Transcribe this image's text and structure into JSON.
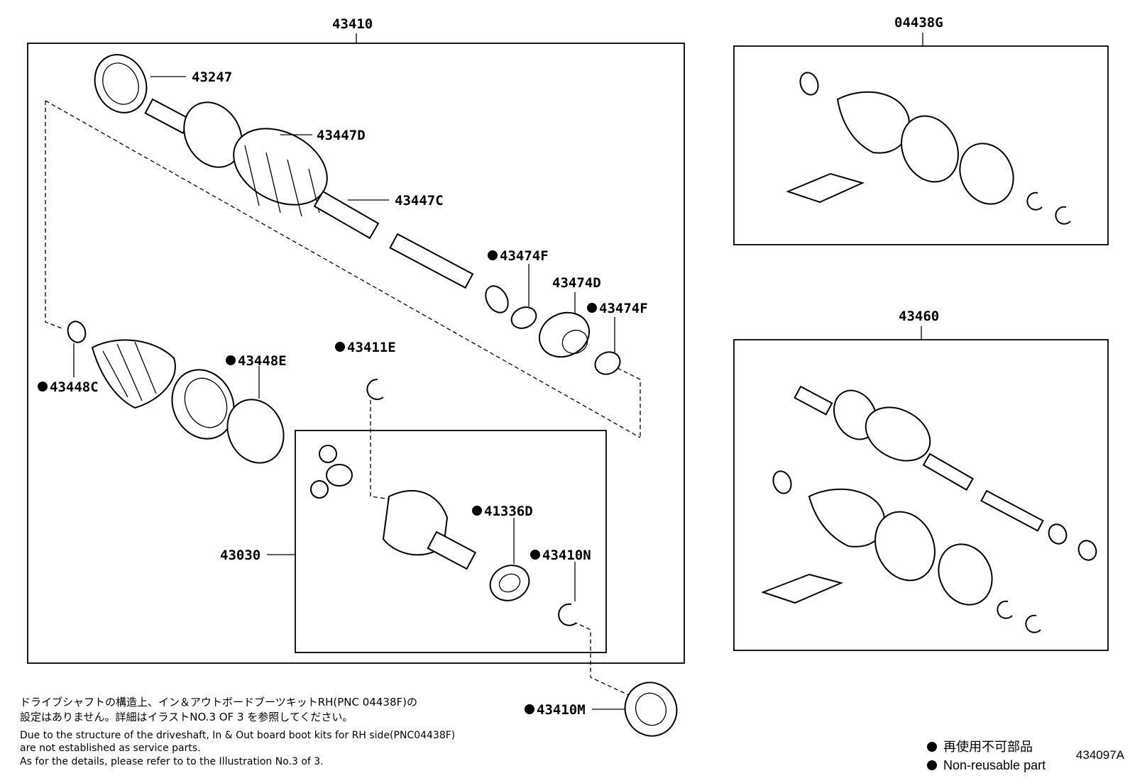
{
  "diagram": {
    "groups": [
      {
        "id": "43410"
      },
      {
        "id": "04438G"
      },
      {
        "id": "43460"
      },
      {
        "id": "43030"
      }
    ],
    "callouts": [
      {
        "label": "43247",
        "non_reusable": false
      },
      {
        "label": "43447D",
        "non_reusable": false
      },
      {
        "label": "43447C",
        "non_reusable": false
      },
      {
        "label": "43474F",
        "non_reusable": true
      },
      {
        "label": "43474D",
        "non_reusable": false
      },
      {
        "label": "43474F",
        "non_reusable": true
      },
      {
        "label": "43411E",
        "non_reusable": true
      },
      {
        "label": "43448E",
        "non_reusable": true
      },
      {
        "label": "43448C",
        "non_reusable": true
      },
      {
        "label": "41336D",
        "non_reusable": true
      },
      {
        "label": "43410N",
        "non_reusable": true
      },
      {
        "label": "43410M",
        "non_reusable": true
      }
    ]
  },
  "notes": {
    "jp_line1": "ドライブシャフトの構造上、イン＆アウトボードブーツキットRH(PNC 04438F)の",
    "jp_line2": "設定はありません。詳細はイラストNO.3 OF 3 を参照してください。",
    "en_line1": "Due to the structure of the driveshaft, In & Out board  boot kits for RH side(PNC04438F)",
    "en_line2": "are not established as service parts.",
    "en_line3": "As for the details, please refer to to the Illustration No.3 of 3."
  },
  "legend": {
    "jp": "再使用不可部品",
    "en": "Non-reusable part"
  },
  "illustration_id": "434097A"
}
